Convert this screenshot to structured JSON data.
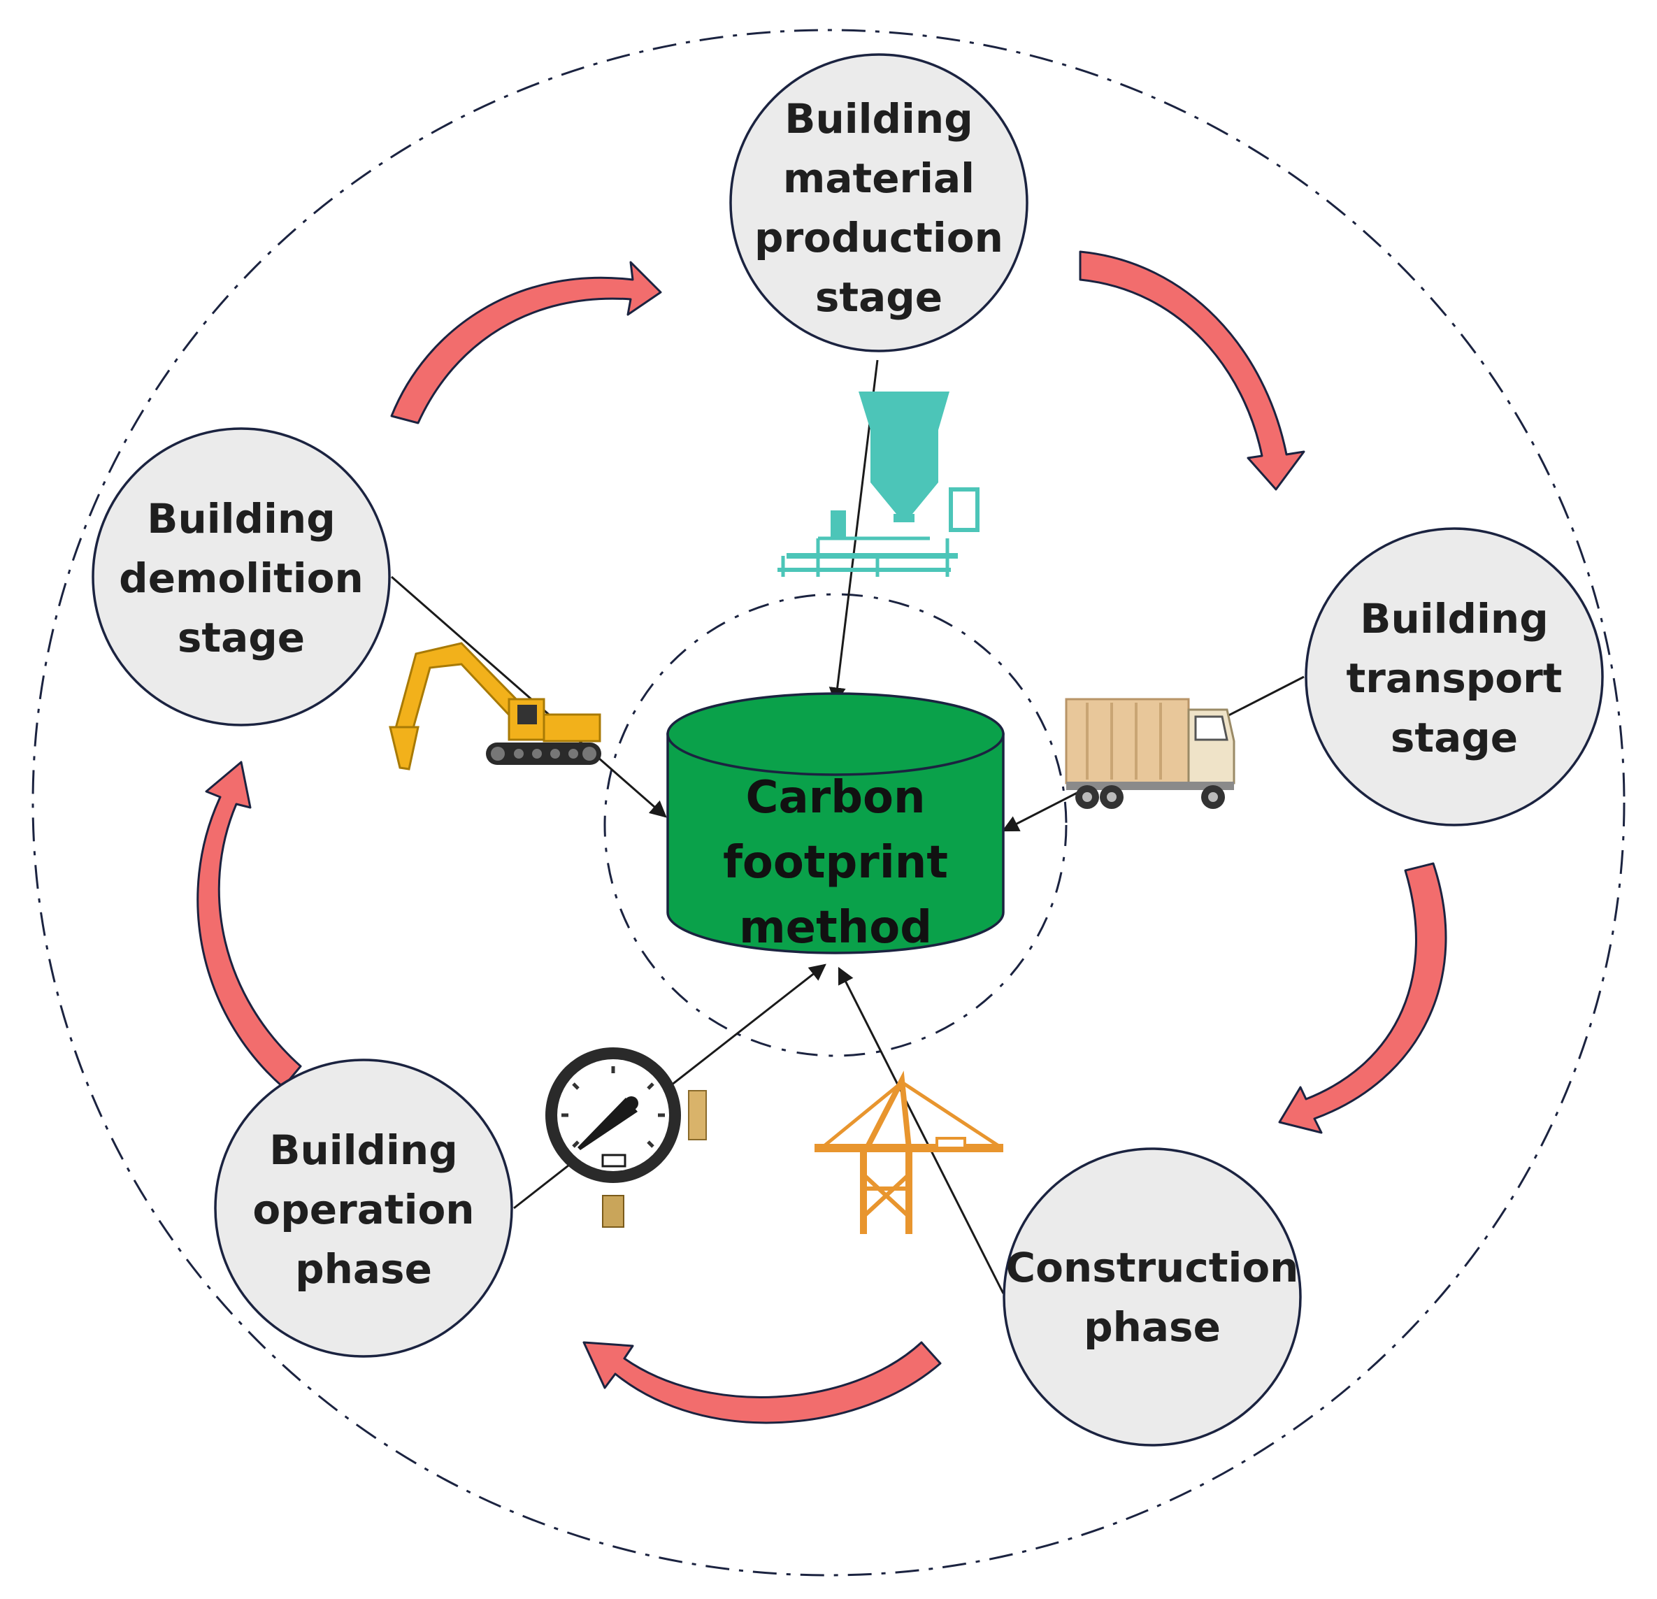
{
  "center": {
    "lines": [
      "Carbon",
      "footprint",
      "method"
    ]
  },
  "stages": [
    {
      "id": "material",
      "lines": [
        "Building",
        "material",
        "production",
        "stage"
      ]
    },
    {
      "id": "transport",
      "lines": [
        "Building",
        "transport",
        "stage"
      ]
    },
    {
      "id": "construction",
      "lines": [
        "Construction",
        "phase"
      ]
    },
    {
      "id": "operation",
      "lines": [
        "Building",
        "operation",
        "phase"
      ]
    },
    {
      "id": "demolition",
      "lines": [
        "Building",
        "demolition",
        "stage"
      ]
    }
  ],
  "icons": [
    "batching-plant-icon",
    "truck-icon",
    "crane-icon",
    "pressure-gauge-icon",
    "excavator-icon"
  ],
  "colors": {
    "cylinder": "#0aa14a",
    "flow_arrow": "#f26d6d",
    "stage_fill": "#ebebeb",
    "outline": "#1b2340",
    "plant": "#4cc5b8",
    "excavator": "#f2b11b",
    "crane": "#e8952e"
  }
}
